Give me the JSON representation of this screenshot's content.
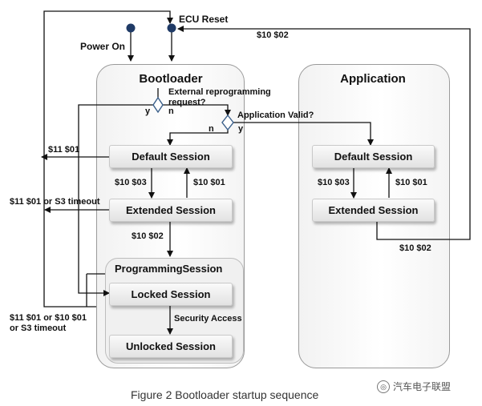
{
  "top_labels": {
    "ecu_reset": "ECU Reset",
    "power_on": "Power On",
    "ecu_reset_code": "$10 $02"
  },
  "bootloader": {
    "title": "Bootloader",
    "decision_external": "External reprogramming request?",
    "decision_valid": "Application Valid?",
    "yes": "y",
    "no": "n",
    "default_session": "Default Session",
    "extended_session": "Extended Session",
    "programming_session": "ProgrammingSession",
    "locked_session": "Locked Session",
    "unlocked_session": "Unlocked Session",
    "to_extended": "$10 $03",
    "to_default": "$10 $01",
    "to_programming": "$10 $02",
    "security_access": "Security Access",
    "exit_default": "$11 $01",
    "exit_extended": "$11 $01 or S3 timeout",
    "exit_programming": "$11 $01 or $10 $01 or S3 timeout"
  },
  "application": {
    "title": "Application",
    "default_session": "Default Session",
    "extended_session": "Extended Session",
    "to_extended": "$10 $03",
    "to_default": "$10 $01",
    "to_bootloader": "$10 $02"
  },
  "caption": "Figure 2 Bootloader startup sequence",
  "watermark": "汽车电子联盟"
}
